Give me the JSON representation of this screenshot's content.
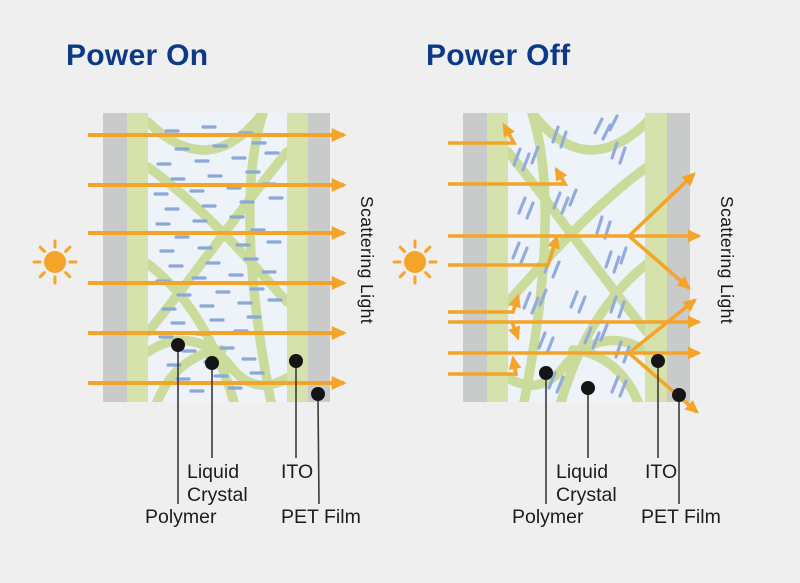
{
  "panels": [
    {
      "title": "Power On",
      "scattering_label": "Scattering Light"
    },
    {
      "title": "Power Off",
      "scattering_label": "Scattering Light"
    }
  ],
  "layer_labels": {
    "liquid_crystal_line1": "Liquid",
    "liquid_crystal_line2": "Crystal",
    "ito": "ITO",
    "polymer": "Polymer",
    "pet_film": "PET Film"
  },
  "icons": {
    "sun": "sun-icon"
  },
  "colors": {
    "title_navy": "#0C3A87",
    "light_ray_orange": "#F4A428",
    "pet_film_gray": "#C9CACA",
    "ito_green": "#D6E2AC",
    "polymer_web_green": "#C6D890",
    "liquid_crystal_blue": "#8AA8D8",
    "cell_background": "#EDF3F9",
    "canvas_background": "#EFEFEF",
    "label_color": "#1C1C1C"
  }
}
